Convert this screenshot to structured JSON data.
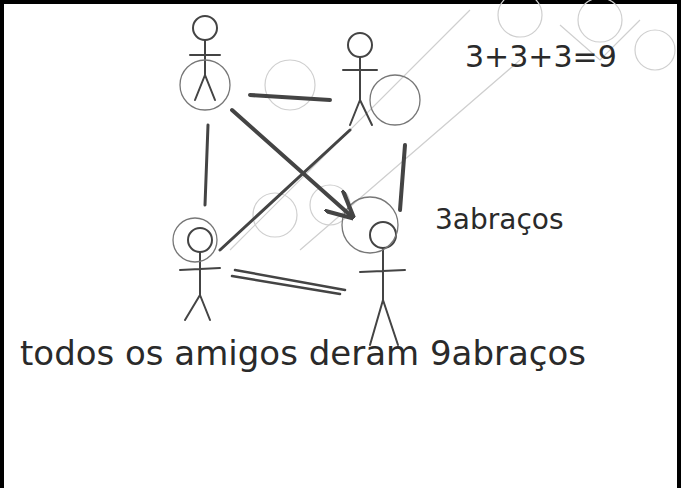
{
  "diagram": {
    "labels": [
      "3+3+3=9",
      "3abraços",
      "todos os amigos deram 9abraços"
    ]
  }
}
